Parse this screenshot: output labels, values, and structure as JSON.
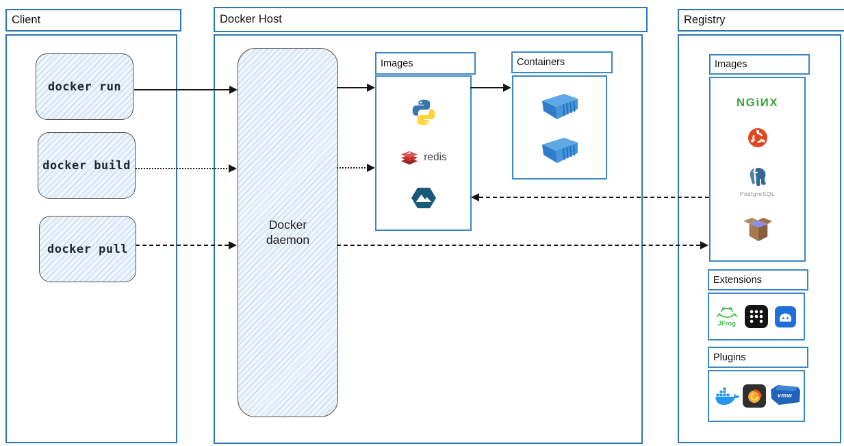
{
  "client": {
    "title": "Client",
    "commands": [
      {
        "label": "docker run"
      },
      {
        "label": "docker build"
      },
      {
        "label": "docker pull"
      }
    ]
  },
  "docker_host": {
    "title": "Docker Host",
    "daemon_label": "Docker daemon",
    "images_panel": {
      "title": "Images",
      "items": [
        {
          "icon": "python-logo"
        },
        {
          "icon": "redis-logo",
          "label": "redis"
        },
        {
          "icon": "alpine-logo"
        }
      ]
    },
    "containers_panel": {
      "title": "Containers",
      "items": [
        {
          "icon": "container-box"
        },
        {
          "icon": "container-box"
        }
      ]
    }
  },
  "registry": {
    "title": "Registry",
    "images_panel": {
      "title": "Images",
      "items": [
        {
          "icon": "nginx-logo",
          "label": "NGiИX"
        },
        {
          "icon": "ubuntu-logo"
        },
        {
          "icon": "postgresql-logo",
          "label": "PostgreSQL"
        },
        {
          "icon": "package-box"
        }
      ]
    },
    "extensions_panel": {
      "title": "Extensions",
      "items": [
        {
          "icon": "jfrog-logo",
          "label": "JFrog"
        },
        {
          "icon": "app-grid"
        },
        {
          "icon": "drawer-app"
        }
      ]
    },
    "plugins_panel": {
      "title": "Plugins",
      "items": [
        {
          "icon": "docker-whale"
        },
        {
          "icon": "grafana-logo"
        },
        {
          "icon": "vmware-logo",
          "label": "vmw"
        }
      ]
    }
  },
  "arrows": [
    {
      "from": "docker run",
      "to": "Docker daemon",
      "style": "solid"
    },
    {
      "from": "Docker daemon",
      "to": "Images",
      "style": "solid"
    },
    {
      "from": "Images",
      "to": "Containers",
      "style": "solid"
    },
    {
      "from": "docker build",
      "to": "Docker daemon",
      "style": "dotted"
    },
    {
      "from": "Docker daemon",
      "to": "Images",
      "style": "dotted"
    },
    {
      "from": "Registry Images",
      "to": "Docker Host Images",
      "style": "dashed"
    },
    {
      "from": "docker pull",
      "to": "Docker daemon",
      "style": "dashed"
    },
    {
      "from": "Docker daemon",
      "to": "Registry Images",
      "style": "dashed"
    }
  ],
  "colors": {
    "frame_blue": "#2e75b6",
    "panel_blue": "#3c86c4",
    "sketch_fill": "#eef5fb",
    "sketch_border": "#4d4d4d",
    "arrow_black": "#151515",
    "nginx_green": "#3da639",
    "redis_red": "#c6302b",
    "ubuntu_orange": "#e1481f",
    "postgres_blue": "#336791",
    "container_blue": "#3d8fdc",
    "jfrog_green": "#41bf47",
    "docker_blue": "#2496ed"
  }
}
